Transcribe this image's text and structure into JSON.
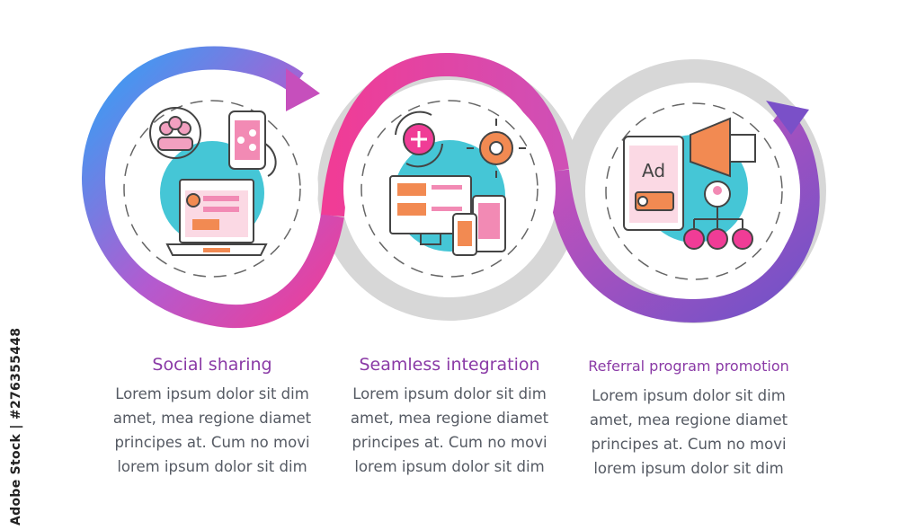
{
  "side_text": "Adobe Stock | #276355448",
  "steps": [
    {
      "title": "Social sharing",
      "body": "Lorem ipsum dolor sit dim amet, mea regione diamet principes at. Cum no movi lorem ipsum dolor sit dim",
      "icon": "social-sharing-icon"
    },
    {
      "title": "Seamless integration",
      "body": "Lorem ipsum dolor sit dim amet, mea regione diamet principes at. Cum no movi lorem ipsum dolor sit dim",
      "icon": "seamless-integration-icon"
    },
    {
      "title": "Referral program promotion",
      "body": "Lorem ipsum dolor sit dim amet, mea regione diamet principes at. Cum no movi lorem ipsum dolor sit dim",
      "icon": "referral-program-icon"
    }
  ],
  "icon_labels": {
    "ad": "Ad"
  },
  "colors": {
    "blue": "#3aa8f5",
    "pink": "#f03c96",
    "purple": "#7e4fc9",
    "gray": "#d5d5d5",
    "teal": "#45c6d6",
    "orange": "#f28a52"
  }
}
